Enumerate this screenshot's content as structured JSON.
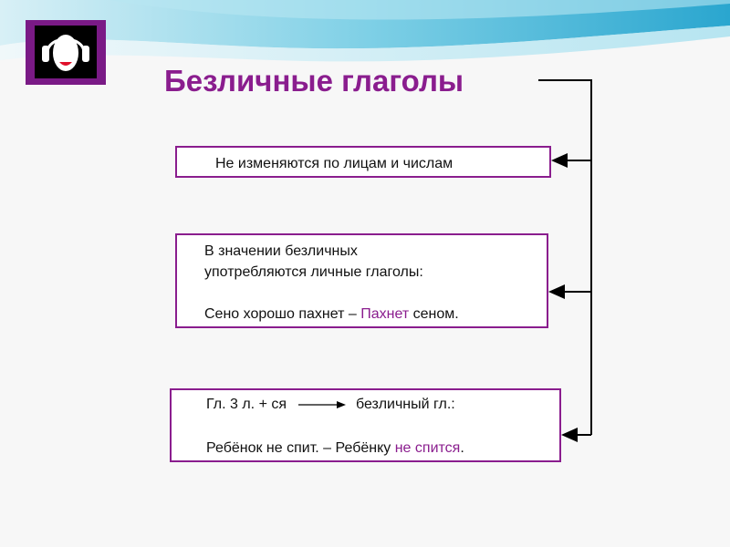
{
  "slide": {
    "title": "Безличные глаголы",
    "box1": {
      "text": "Не изменяются по лицам и числам"
    },
    "box2": {
      "line1": "В значении безличных",
      "line2": "употребляются личные глаголы:",
      "example_before": "Сено хорошо пахнет – ",
      "example_highlight": "Пахнет",
      "example_after": " сеном."
    },
    "box3": {
      "formula_left": "Гл. 3 л. + ся",
      "formula_right": "безличный гл.:",
      "example_before": "Ребёнок не спит. – Ребёнку ",
      "example_highlight": "не спится",
      "example_after": "."
    }
  },
  "logo": {
    "icon": "headphones-head-icon"
  },
  "colors": {
    "accent": "#8a1d8e",
    "text": "#111111",
    "background": "#f7f7f7",
    "swoosh": "#3fb8d8"
  }
}
